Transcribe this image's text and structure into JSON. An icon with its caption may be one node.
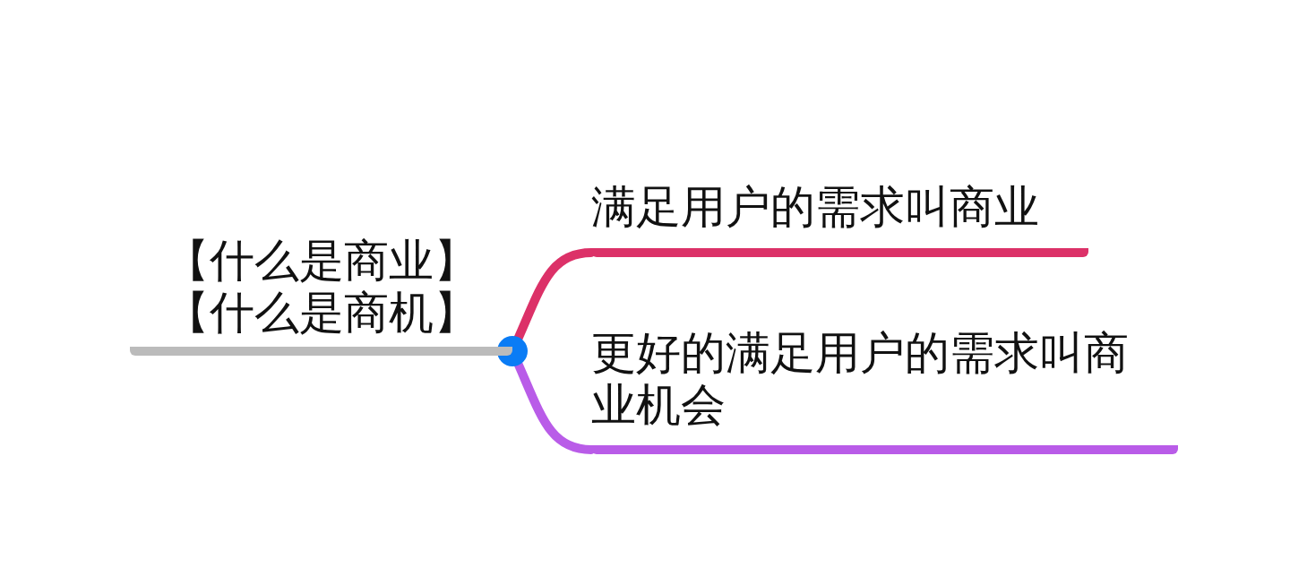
{
  "diagram": {
    "nodes": [
      {
        "text": [
          "【什么是商业】【什么是商机】"
        ]
      },
      {
        "text": [
          "满足用户的需求叫商业"
        ]
      },
      {
        "text": [
          "更好的满足用户的需求叫商业机会"
        ]
      }
    ],
    "edges": [
      {
        "from": 0,
        "to": 1,
        "arrow": "none",
        "color": "#dc3168"
      },
      {
        "from": 0,
        "to": 2,
        "arrow": "none",
        "color": "#b95ce8"
      }
    ]
  }
}
